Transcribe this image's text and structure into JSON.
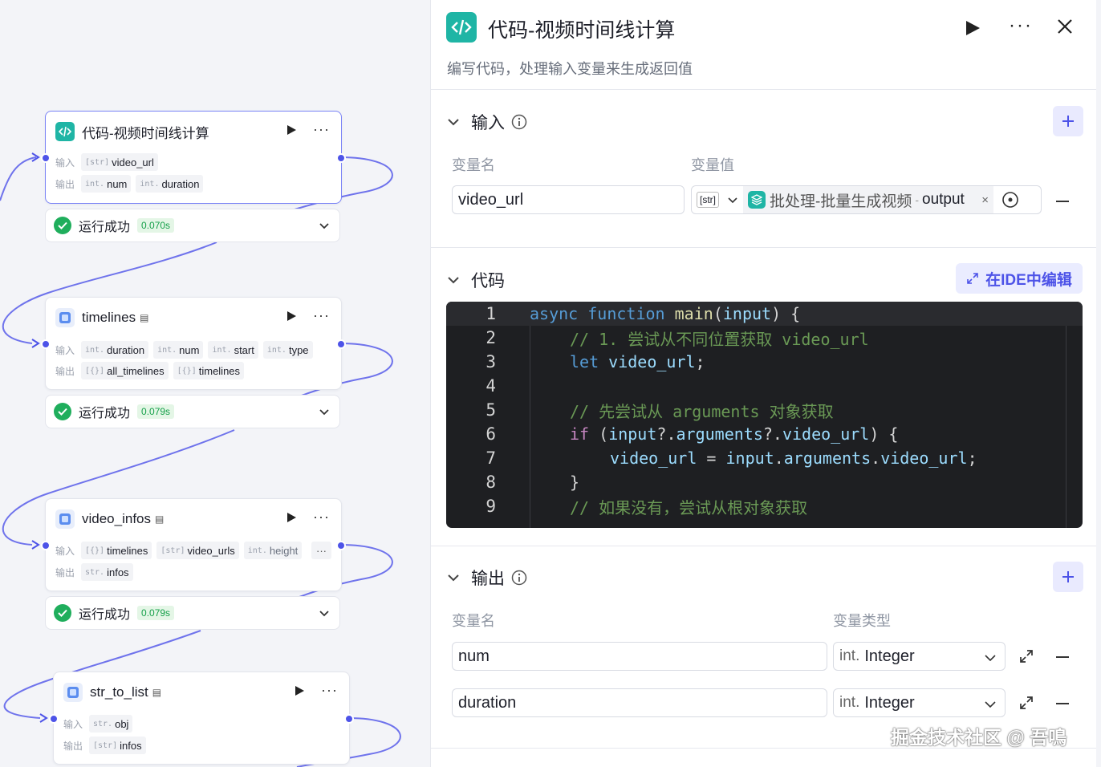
{
  "canvas": {
    "nodes": [
      {
        "title": "代码-视频时间线计算",
        "icon": "code-icon",
        "input_label": "输入",
        "output_label": "输出",
        "inputs": [
          {
            "type": "[str]",
            "name": "video_url"
          }
        ],
        "outputs": [
          {
            "type": "int.",
            "name": "num"
          },
          {
            "type": "int.",
            "name": "duration"
          }
        ],
        "status": {
          "text": "运行成功",
          "time": "0.070s"
        }
      },
      {
        "title": "timelines",
        "icon": "plugin-icon",
        "input_label": "输入",
        "output_label": "输出",
        "inputs": [
          {
            "type": "int.",
            "name": "duration"
          },
          {
            "type": "int.",
            "name": "num"
          },
          {
            "type": "int.",
            "name": "start"
          },
          {
            "type": "int.",
            "name": "type"
          }
        ],
        "outputs": [
          {
            "type": "[{}]",
            "name": "all_timelines"
          },
          {
            "type": "[{}]",
            "name": "timelines"
          }
        ],
        "status": {
          "text": "运行成功",
          "time": "0.079s"
        }
      },
      {
        "title": "video_infos",
        "icon": "plugin-icon",
        "input_label": "输入",
        "output_label": "输出",
        "inputs": [
          {
            "type": "[{}]",
            "name": "timelines"
          },
          {
            "type": "[str]",
            "name": "video_urls"
          },
          {
            "type": "int.",
            "name": "height"
          }
        ],
        "more_chip": "···",
        "outputs": [
          {
            "type": "str.",
            "name": "infos"
          }
        ],
        "status": {
          "text": "运行成功",
          "time": "0.079s"
        }
      },
      {
        "title": "str_to_list",
        "icon": "plugin-icon",
        "input_label": "输入",
        "output_label": "输出",
        "inputs": [
          {
            "type": "str.",
            "name": "obj"
          }
        ],
        "outputs": [
          {
            "type": "[str]",
            "name": "infos"
          }
        ]
      }
    ]
  },
  "panel": {
    "title": "代码-视频时间线计算",
    "description": "编写代码，处理输入变量来生成返回值",
    "input_section": {
      "title": "输入",
      "col_name": "变量名",
      "col_value": "变量值",
      "rows": [
        {
          "name": "video_url",
          "type": "[str]",
          "ref_node": "批处理-批量生成视频",
          "ref_sep": "-",
          "ref_var": "output"
        }
      ]
    },
    "code_section": {
      "title": "代码",
      "ide_button": "在IDE中编辑",
      "lines": [
        {
          "n": "1"
        },
        {
          "n": "2"
        },
        {
          "n": "3"
        },
        {
          "n": "4"
        },
        {
          "n": "5"
        },
        {
          "n": "6"
        },
        {
          "n": "7"
        },
        {
          "n": "8"
        },
        {
          "n": "9"
        }
      ],
      "text": {
        "l1_async": "async",
        "l1_function": "function",
        "l1_main": "main",
        "l1_p1": "(",
        "l1_input": "input",
        "l1_p2": ") {",
        "l2": "// 1. 尝试从不同位置获取 video_url",
        "l3_let": "let",
        "l3_var": "video_url",
        "l3_semi": ";",
        "l5": "// 先尝试从 arguments 对象获取",
        "l6_if": "if",
        "l6_a": " (",
        "l6_b": "input",
        "l6_c": "?.",
        "l6_d": "arguments",
        "l6_e": "?.",
        "l6_f": "video_url",
        "l6_g": ") {",
        "l7_a": "video_url",
        "l7_b": " = ",
        "l7_c": "input",
        "l7_d": ".",
        "l7_e": "arguments",
        "l7_f": ".",
        "l7_g": "video_url",
        "l7_h": ";",
        "l8": "}",
        "l9": "// 如果没有，尝试从根对象获取"
      }
    },
    "output_section": {
      "title": "输出",
      "col_name": "变量名",
      "col_type": "变量类型",
      "rows": [
        {
          "name": "num",
          "type_prefix": "int.",
          "type": "Integer"
        },
        {
          "name": "duration",
          "type_prefix": "int.",
          "type": "Integer"
        }
      ]
    }
  },
  "watermark": "掘金技术社区 @ 吾鳴",
  "colors": {
    "accent": "#4d53e8",
    "code_bg": "#1e1f22",
    "success": "#1fae5c",
    "code_icon": "#1fb5a5"
  }
}
